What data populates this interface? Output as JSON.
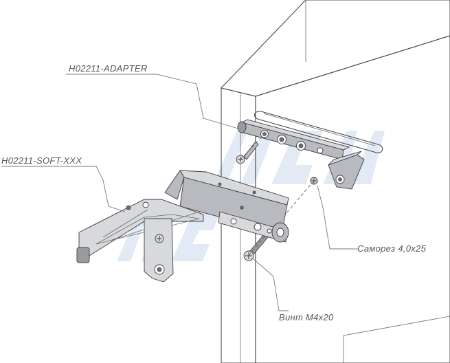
{
  "labels": {
    "adapter": "H02211-ADAPTER",
    "soft": "H02211-SOFT-XXX",
    "screw": "Саморез 4,0x25",
    "bolt": "Винт M4x20"
  },
  "colors": {
    "outline": "#4a4a4a",
    "metal": "#b9babf",
    "watermark": "#c9d9ee",
    "text": "#555555"
  }
}
